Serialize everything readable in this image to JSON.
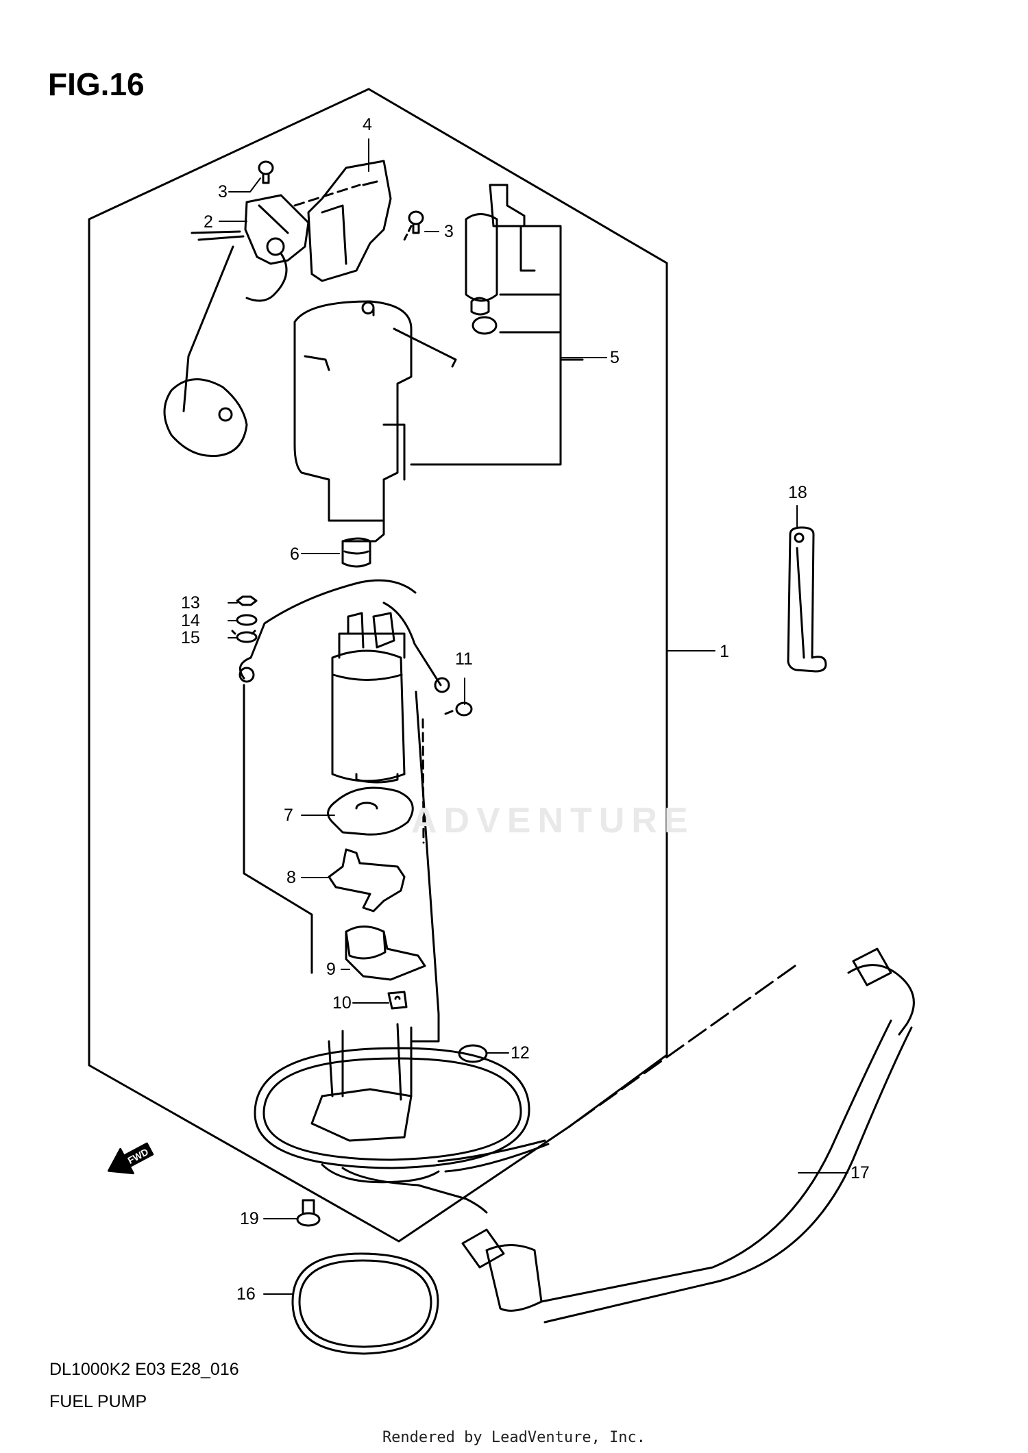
{
  "figure": {
    "title": "FIG.16"
  },
  "callouts": [
    {
      "id": "1",
      "text": "1"
    },
    {
      "id": "2",
      "text": "2"
    },
    {
      "id": "3a",
      "text": "3"
    },
    {
      "id": "3b",
      "text": "3"
    },
    {
      "id": "4",
      "text": "4"
    },
    {
      "id": "5",
      "text": "5"
    },
    {
      "id": "6",
      "text": "6"
    },
    {
      "id": "7",
      "text": "7"
    },
    {
      "id": "8",
      "text": "8"
    },
    {
      "id": "9",
      "text": "9"
    },
    {
      "id": "10",
      "text": "10"
    },
    {
      "id": "11",
      "text": "11"
    },
    {
      "id": "12",
      "text": "12"
    },
    {
      "id": "13",
      "text": "13"
    },
    {
      "id": "14",
      "text": "14"
    },
    {
      "id": "15",
      "text": "15"
    },
    {
      "id": "16",
      "text": "16"
    },
    {
      "id": "17",
      "text": "17"
    },
    {
      "id": "18",
      "text": "18"
    },
    {
      "id": "19",
      "text": "19"
    }
  ],
  "direction_marker": "FWD",
  "watermark": "ADVENTURE",
  "footer": {
    "model_code": "DL1000K2 E03 E28_016",
    "assembly_name": "FUEL PUMP",
    "rendered_by": "Rendered by LeadVenture, Inc."
  }
}
